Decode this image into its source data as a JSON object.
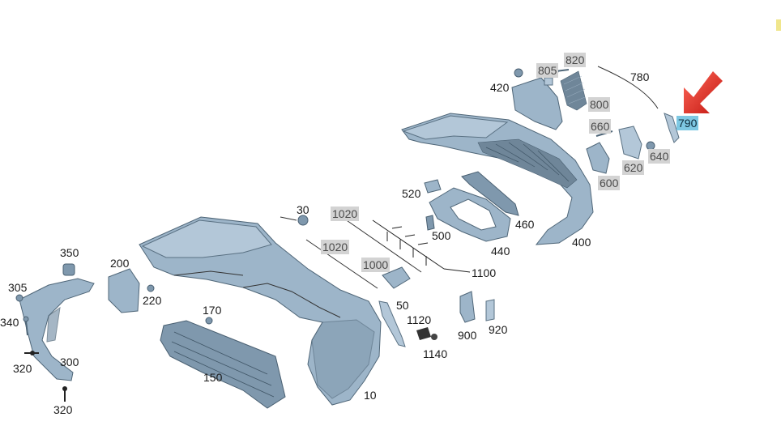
{
  "diagram": {
    "labels": {
      "l10": "10",
      "l30": "30",
      "l50": "50",
      "l150": "150",
      "l170": "170",
      "l200": "200",
      "l220": "220",
      "l300": "300",
      "l305": "305",
      "l320a": "320",
      "l320b": "320",
      "l340": "340",
      "l350": "350",
      "l400": "400",
      "l420": "420",
      "l440": "440",
      "l460": "460",
      "l500": "500",
      "l520": "520",
      "l600": "600",
      "l620": "620",
      "l640": "640",
      "l660": "660",
      "l780": "780",
      "l790": "790",
      "l800": "800",
      "l805": "805",
      "l820": "820",
      "l900": "900",
      "l920": "920",
      "l1000": "1000",
      "l1020a": "1020",
      "l1020b": "1020",
      "l1100": "1100",
      "l1120": "1120",
      "l1140": "1140"
    },
    "colors": {
      "part_fill": "#9db5c9",
      "highlight_label": "#7ec8e3",
      "grey_label": "#d3d3d3",
      "arrow": "#e8201c"
    },
    "arrow_icon": "red-pointer-arrow"
  }
}
